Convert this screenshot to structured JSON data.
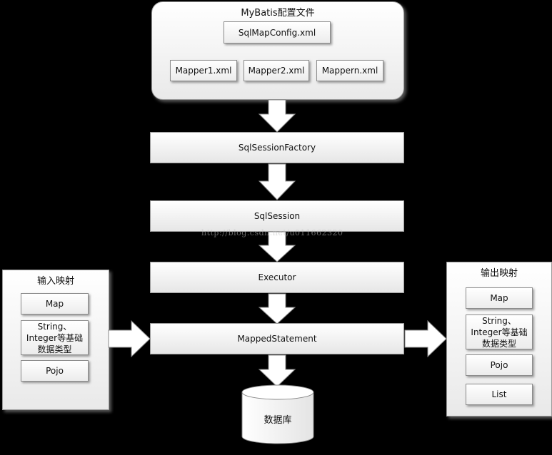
{
  "config": {
    "title": "MyBatis配置文件",
    "main_file": "SqlMapConfig.xml",
    "mappers": [
      "Mapper1.xml",
      "Mapper2.xml",
      "Mappern.xml"
    ]
  },
  "flow": {
    "factory": "SqlSessionFactory",
    "session": "SqlSession",
    "executor": "Executor",
    "statement": "MappedStatement",
    "database": "数据库"
  },
  "input": {
    "title": "输入映射",
    "items": [
      "Map",
      "String、\nInteger等基础\n数据类型",
      "Pojo"
    ]
  },
  "output": {
    "title": "输出映射",
    "items": [
      "Map",
      "String、\nInteger等基础\n数据类型",
      "Pojo",
      "List"
    ]
  },
  "watermark": "http://blog.csdn.net/u011662320",
  "colors": {
    "background": "#000000",
    "box_fill": "#ffffff",
    "border": "#9a9a9a"
  }
}
